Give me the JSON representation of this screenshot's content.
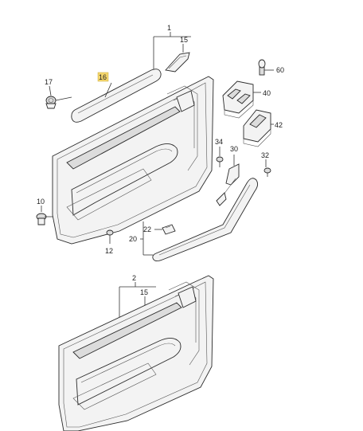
{
  "colors": {
    "line": "#333333",
    "highlight": "#f5d76e",
    "background": "#ffffff"
  },
  "callouts": {
    "c1": "1",
    "c15a": "15",
    "c16": "16",
    "c17": "17",
    "c60": "60",
    "c40": "40",
    "c42": "42",
    "c34": "34",
    "c30": "30",
    "c32": "32",
    "c10": "10",
    "c22": "22",
    "c20": "20",
    "c12": "12",
    "c2": "2",
    "c15b": "15"
  }
}
